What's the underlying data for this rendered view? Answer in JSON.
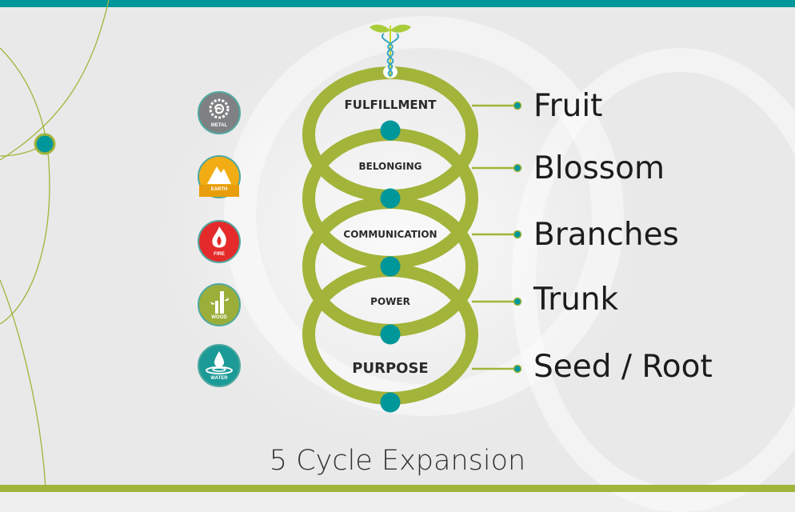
{
  "header_bar": {
    "color": "#00979a"
  },
  "footer_bar": {
    "color": "#a2b43a"
  },
  "colors": {
    "ring": "#a2b43a",
    "dot": "#00979a",
    "text": "#2b2b2b"
  },
  "logo": {
    "icon": "caduceus-with-leaves-icon"
  },
  "elements": [
    {
      "label": "METAL",
      "icon": "spiral-sun-icon",
      "color": "#7f8082"
    },
    {
      "label": "EARTH",
      "icon": "mountain-icon",
      "color": "#f2ad14"
    },
    {
      "label": "FIRE",
      "icon": "flame-icon",
      "color": "#e42a2a"
    },
    {
      "label": "WOOD",
      "icon": "bamboo-icon",
      "color": "#9cae3a"
    },
    {
      "label": "WATER",
      "icon": "water-drop-icon",
      "color": "#1c9a97"
    }
  ],
  "cycles": [
    {
      "label": "FULFILLMENT",
      "stage": "Fruit"
    },
    {
      "label": "BELONGING",
      "stage": "Blossom"
    },
    {
      "label": "COMMUNICATION",
      "stage": "Branches"
    },
    {
      "label": "POWER",
      "stage": "Trunk"
    },
    {
      "label": "PURPOSE",
      "stage": "Seed / Root"
    }
  ],
  "title": "5 Cycle Expansion"
}
